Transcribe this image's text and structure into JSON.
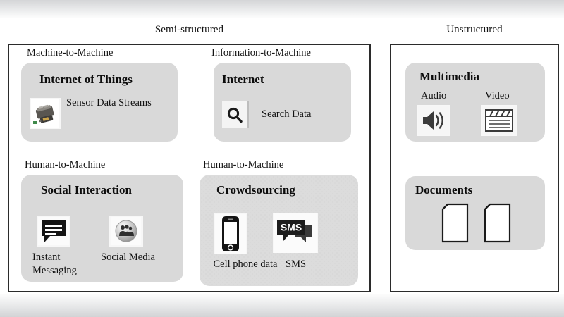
{
  "figure": {
    "columns": [
      {
        "id": "semi-structured",
        "caption": "Semi-structured"
      },
      {
        "id": "unstructured",
        "caption": "Unstructured"
      }
    ],
    "groups": [
      {
        "id": "machine-to-machine-iot",
        "label": "Machine-to-Machine",
        "card_title": "Internet of Things",
        "items": [
          {
            "label": "Sensor Data Streams",
            "icon": "sensor-device-icon"
          }
        ]
      },
      {
        "id": "information-to-machine-internet",
        "label": "Information-to-Machine",
        "card_title": "Internet",
        "items": [
          {
            "label": "Search Data",
            "icon": "search-icon"
          }
        ]
      },
      {
        "id": "human-to-machine-social",
        "label": "Human-to-Machine",
        "card_title": "Social Interaction",
        "items": [
          {
            "label": "Instant Messaging",
            "icon": "chat-bubble-icon"
          },
          {
            "label": "Social Media",
            "icon": "people-group-icon"
          }
        ]
      },
      {
        "id": "human-to-machine-crowdsourcing",
        "label": "Human-to-Machine",
        "card_title": "Crowdsourcing",
        "items": [
          {
            "label": "Cell phone data",
            "icon": "smartphone-icon"
          },
          {
            "label": "SMS",
            "icon": "sms-bubble-icon"
          }
        ]
      },
      {
        "id": "multimedia",
        "label": "",
        "card_title": "Multimedia",
        "items": [
          {
            "label": "Audio",
            "icon": "speaker-icon"
          },
          {
            "label": "Video",
            "icon": "clapperboard-icon"
          }
        ]
      },
      {
        "id": "documents",
        "label": "",
        "card_title": "Documents",
        "items": [
          {
            "label": "",
            "icon": "document-page-icon"
          },
          {
            "label": "",
            "icon": "document-page-icon"
          }
        ]
      }
    ],
    "icon_text": {
      "sms": "SMS"
    },
    "colors": {
      "card_fill": "#d9d9d9",
      "panel_border": "#2b2b2b",
      "text": "#111111",
      "icon_tile": "#f7f7f7"
    }
  }
}
